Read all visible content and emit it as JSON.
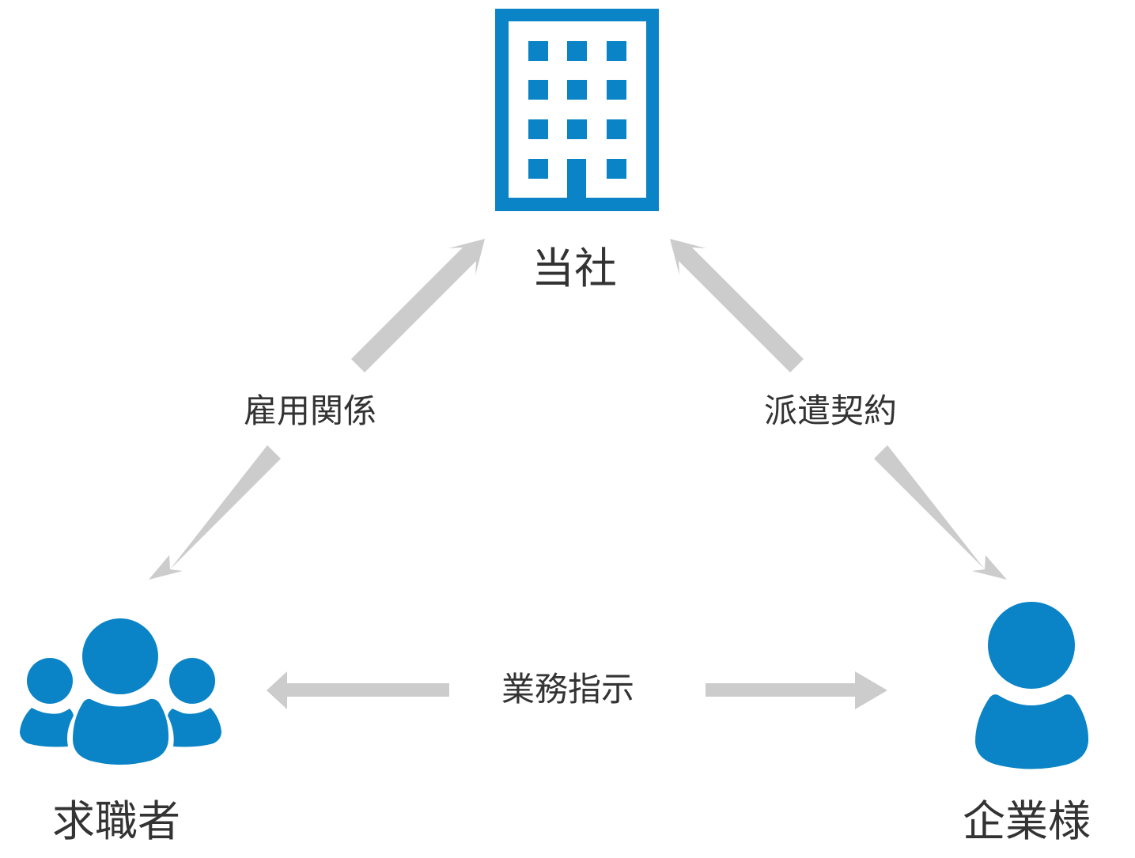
{
  "colors": {
    "icon_blue": "#0a84c6",
    "arrow_gray": "#cccccc",
    "text": "#333333",
    "background": "#ffffff"
  },
  "nodes": {
    "company": {
      "label": "当社",
      "icon": "building-icon"
    },
    "job_seeker": {
      "label": "求職者",
      "icon": "group-icon"
    },
    "client": {
      "label": "企業様",
      "icon": "person-icon"
    }
  },
  "relations": {
    "employment": {
      "label": "雇用関係",
      "between": [
        "求職者",
        "当社"
      ],
      "direction": "bidirectional"
    },
    "dispatch_contract": {
      "label": "派遣契約",
      "between": [
        "当社",
        "企業様"
      ],
      "direction": "bidirectional"
    },
    "work_instruction": {
      "label": "業務指示",
      "between": [
        "求職者",
        "企業様"
      ],
      "direction": "bidirectional"
    }
  }
}
